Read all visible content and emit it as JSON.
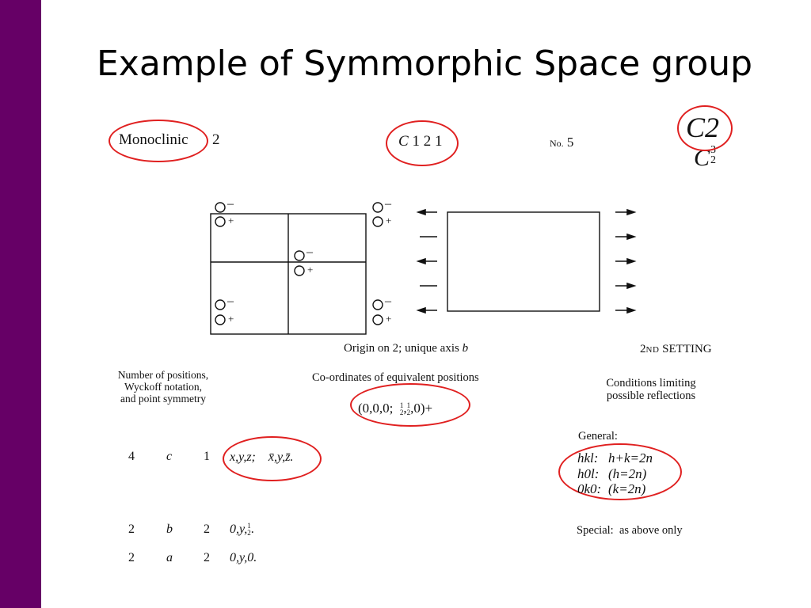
{
  "colors": {
    "sidebar": "#660066",
    "highlight_ring": "#e02020",
    "text": "#111111"
  },
  "title": "Example of Symmorphic Space group",
  "header": {
    "system": "Monoclinic",
    "class_number": "2",
    "hm_symbol": {
      "lattice": "C",
      "rest": "1 2 1"
    },
    "number_prefix": "No.",
    "number": "5",
    "point_group": "C2",
    "schoenflies": {
      "base": "C",
      "sup": "3",
      "sub": "2"
    }
  },
  "diagram": {
    "minus": "–",
    "plus": "+",
    "caption_lead": "Origin on 2; unique axis",
    "caption_axis": "b",
    "setting_num": "2",
    "setting_sup": "ND",
    "setting_text": "SETTING"
  },
  "columns": {
    "wyckoff_header": [
      "Number of positions,",
      "Wyckoff notation,",
      "and  point  symmetry"
    ],
    "coordinates_header": "Co-ordinates of equivalent positions",
    "conditions_header": [
      "Conditions limiting",
      "possible  reflections"
    ]
  },
  "centering": {
    "open": "(0,0,0;",
    "half": "1",
    "two": "2",
    "sep1": ",",
    "sep2": ",0)+"
  },
  "general_label": "General:",
  "positions": [
    {
      "multiplicity": "4",
      "letter": "c",
      "symmetry": "1",
      "coords": "x,y,z;    x̄,y,z̄."
    },
    {
      "multiplicity": "2",
      "letter": "b",
      "symmetry": "2",
      "coords_lead": "0,y,",
      "coords_half_num": "1",
      "coords_half_den": "2",
      "coords_end": "."
    },
    {
      "multiplicity": "2",
      "letter": "a",
      "symmetry": "2",
      "coords": "0,y,0."
    }
  ],
  "conditions": {
    "labels": [
      "hkl:",
      "h0l:",
      "0k0:"
    ],
    "rules": [
      "h+k=2n",
      "(h=2n)",
      "(k=2n)"
    ],
    "special": "Special:  as above only"
  }
}
